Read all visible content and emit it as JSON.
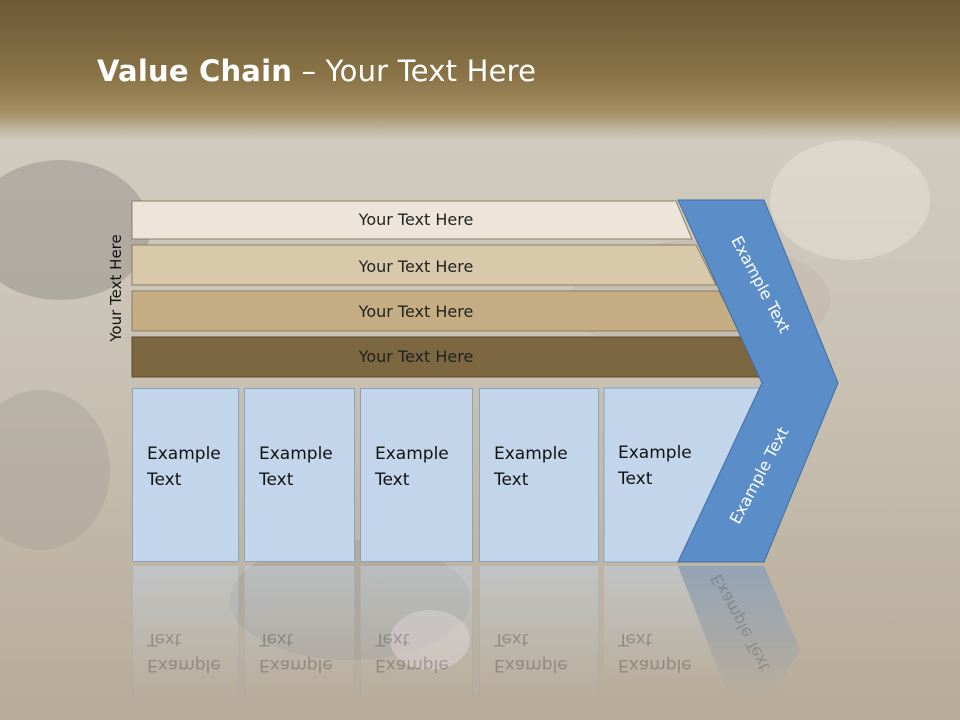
{
  "title": {
    "bold_part": "Value Chain",
    "rest": " – Your Text Here"
  },
  "side_label": "Your Text Here",
  "rows": [
    {
      "label": "Your Text Here",
      "fill": "#ede5da"
    },
    {
      "label": "Your Text Here",
      "fill": "#d9c9ab"
    },
    {
      "label": "Your Text Here",
      "fill": "#c4ad83"
    },
    {
      "label": "Your Text Here",
      "fill": "#7d6741"
    }
  ],
  "boxes": [
    {
      "label": "Example\nText"
    },
    {
      "label": "Example\nText"
    },
    {
      "label": "Example\nText"
    },
    {
      "label": "Example\nText"
    },
    {
      "label": "Example\nText"
    }
  ],
  "chevron": {
    "upper_label": "Example Text",
    "lower_label": "Example Text",
    "fill": "#5b8ec9"
  }
}
